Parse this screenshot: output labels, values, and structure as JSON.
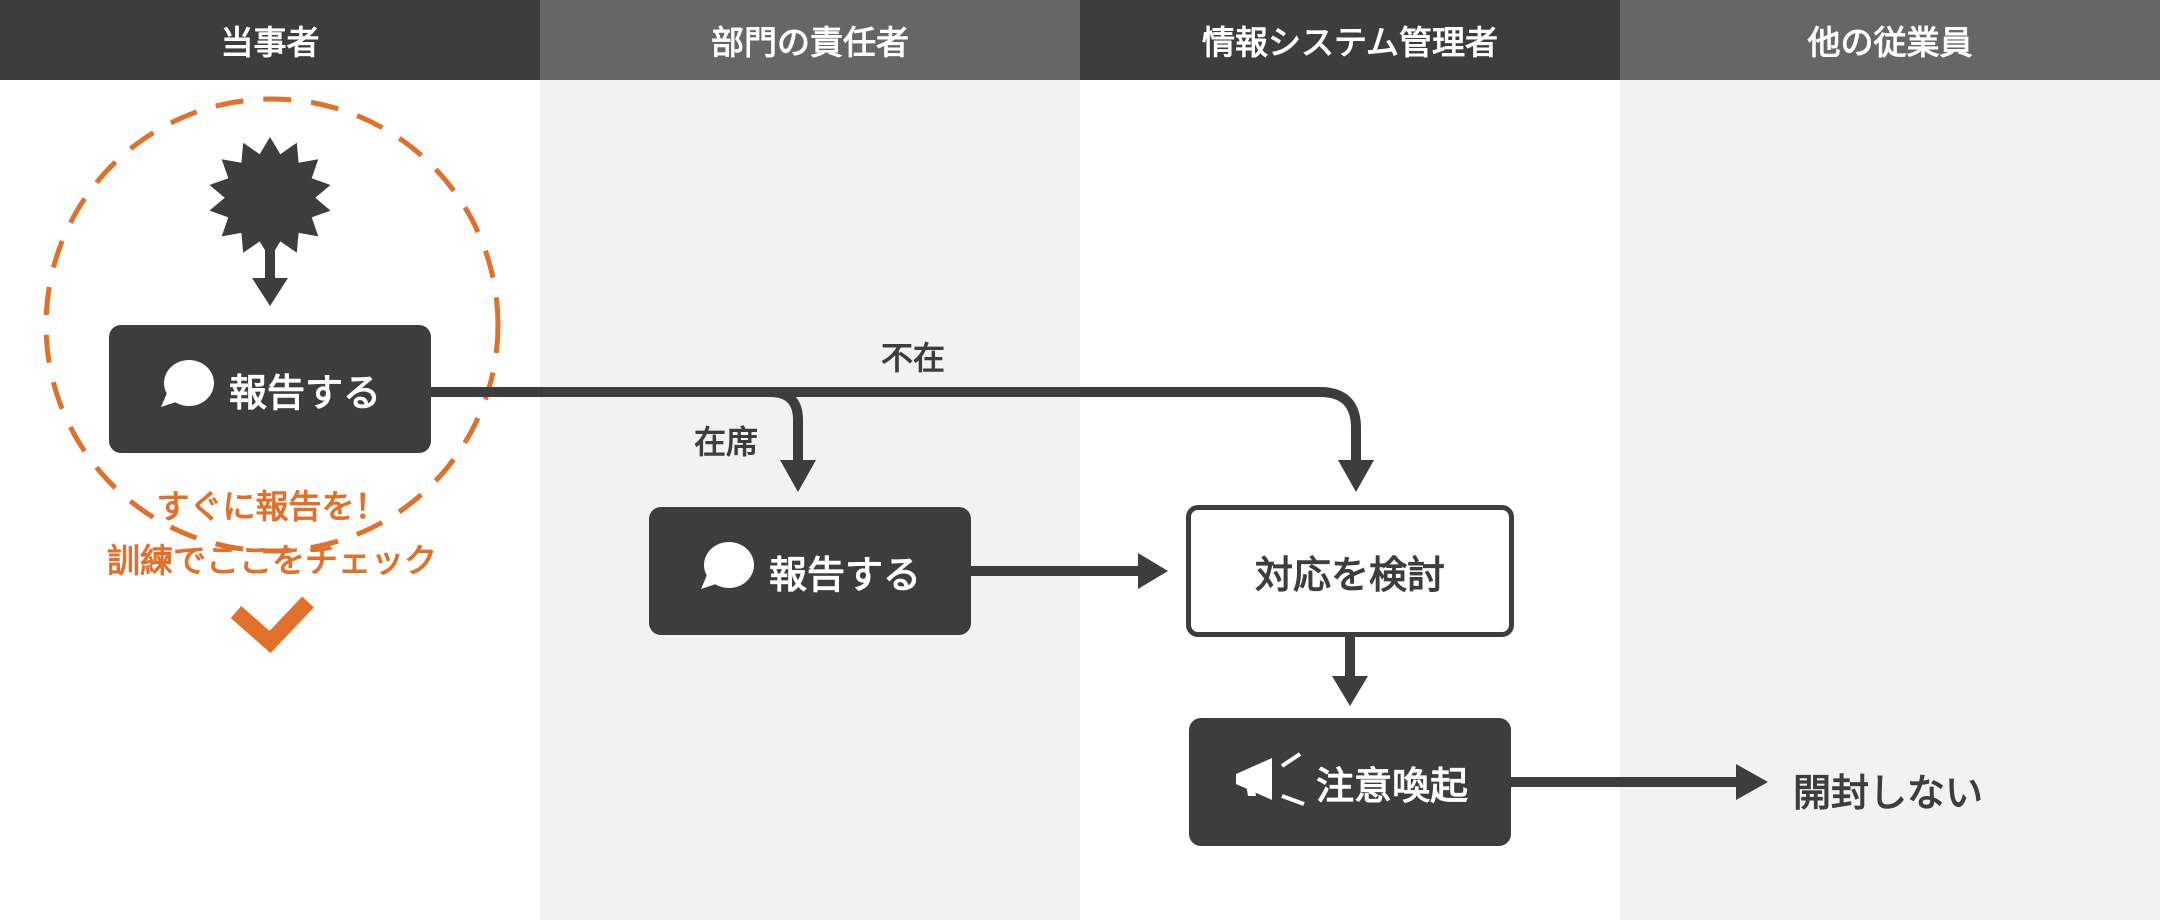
{
  "lanes": [
    {
      "label": "当事者"
    },
    {
      "label": "部門の責任者"
    },
    {
      "label": "情報システム管理者"
    },
    {
      "label": "他の従業員"
    }
  ],
  "nodes": {
    "report_party": "報告する",
    "report_manager": "報告する",
    "consider": "対応を検討",
    "alert": "注意喚起",
    "do_not_open": "開封しない"
  },
  "edge_labels": {
    "absent": "不在",
    "present": "在席"
  },
  "callout": {
    "line1": "すぐに報告を！",
    "line2": "訓練でここをチェック"
  },
  "colors": {
    "dark": "#3d3d3d",
    "header_dark": "#3d3d3d",
    "header_gray": "#666666",
    "lane_light": "#f2f2f2",
    "accent_orange": "#e0702a"
  },
  "icons": {
    "incident": "burst-icon",
    "speech": "speech-bubble-icon",
    "megaphone": "megaphone-icon",
    "check": "checkmark-icon"
  }
}
